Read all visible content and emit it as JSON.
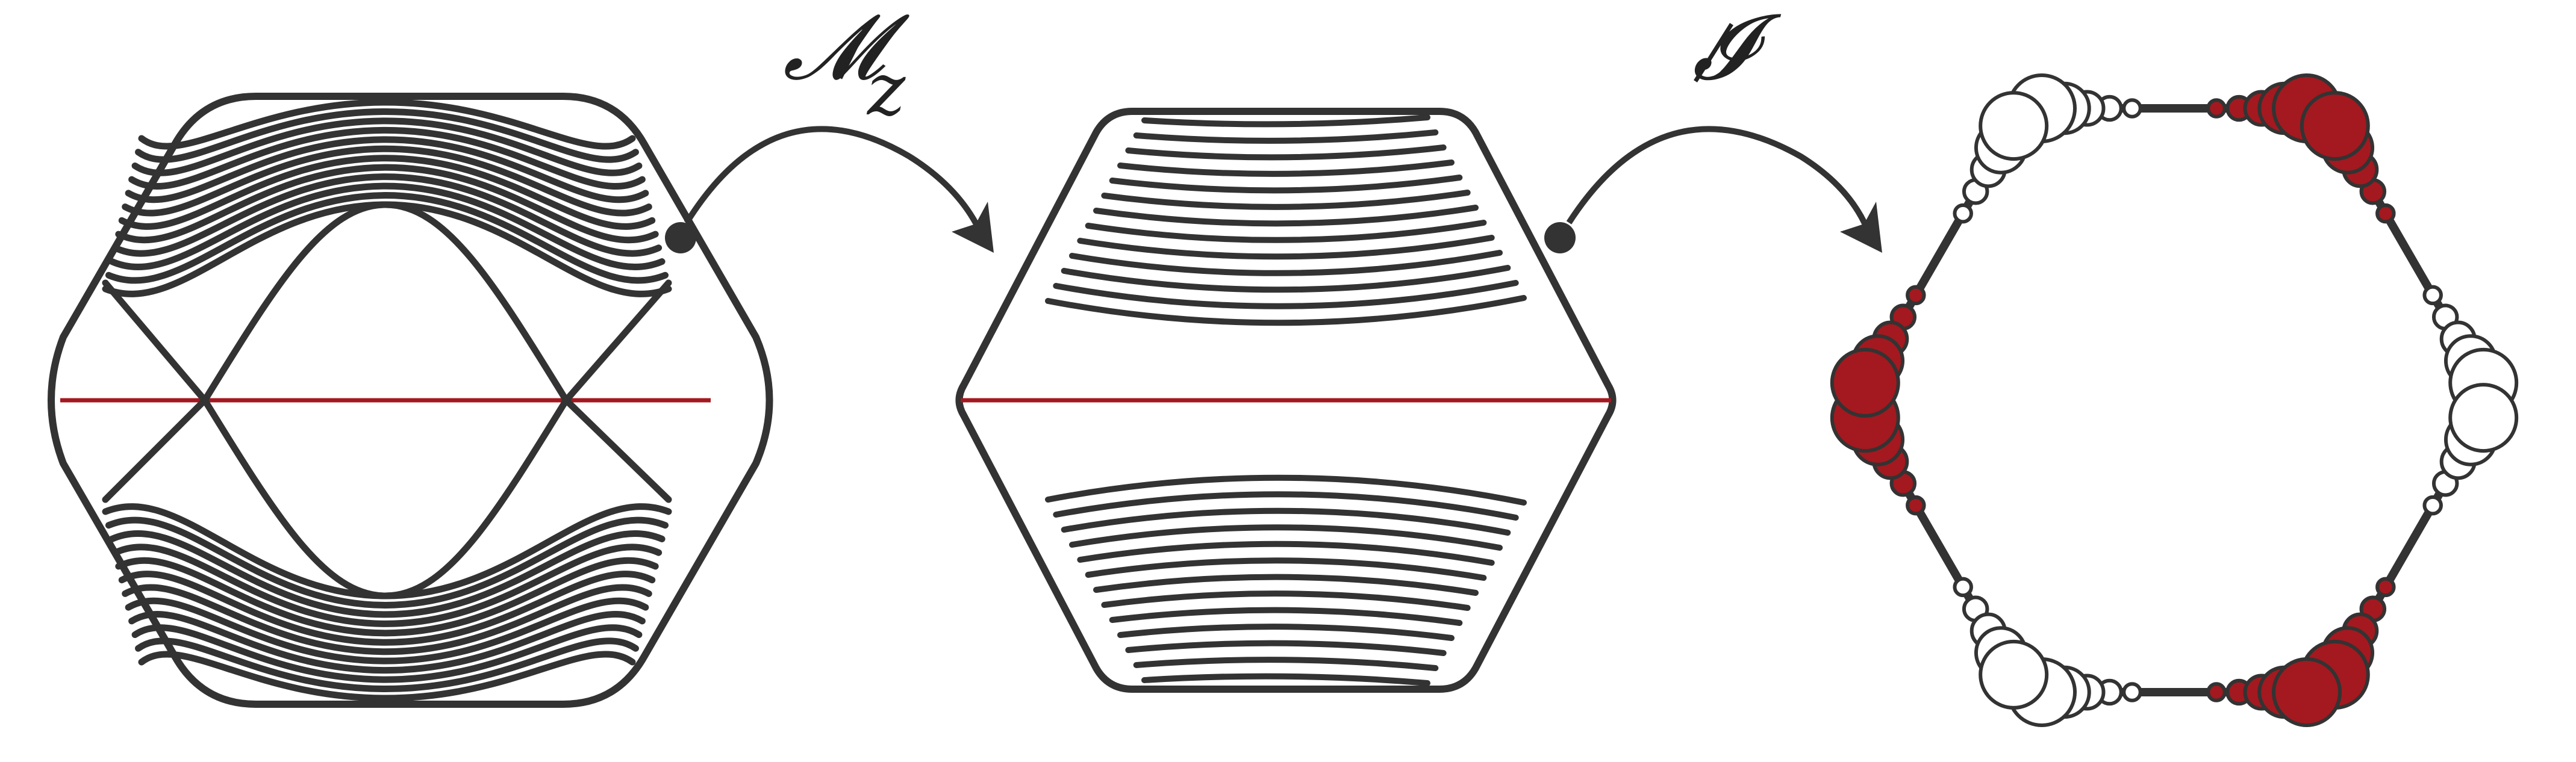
{
  "labels": {
    "mirror_symbol": "𝓜",
    "mirror_subscript": "z",
    "inversion_symbol": "𝓘"
  },
  "colors": {
    "ink": "#333333",
    "accent_red": "#a3191f",
    "background": "#ffffff"
  },
  "panels": [
    {
      "id": "gapless-spectrum",
      "description_kind": "gapless band structure"
    },
    {
      "id": "gapped-spectrum",
      "description_kind": "gapped band structure"
    },
    {
      "id": "corner-states",
      "description_kind": "hexagon with edge-state weights"
    }
  ],
  "edge_weights": {
    "sides": [
      "top",
      "upper-right",
      "lower-right",
      "bottom",
      "lower-left",
      "upper-left"
    ],
    "pattern": [
      0.25,
      0.35,
      0.5,
      0.75,
      1.0
    ],
    "filled": [
      {
        "side": "top",
        "half": "right"
      },
      {
        "side": "upper-right",
        "half": "top"
      },
      {
        "side": "lower-right",
        "half": "bottom"
      },
      {
        "side": "bottom",
        "half": "right"
      },
      {
        "side": "upper-left",
        "half": "bottom"
      },
      {
        "side": "lower-left",
        "half": "top"
      }
    ]
  }
}
